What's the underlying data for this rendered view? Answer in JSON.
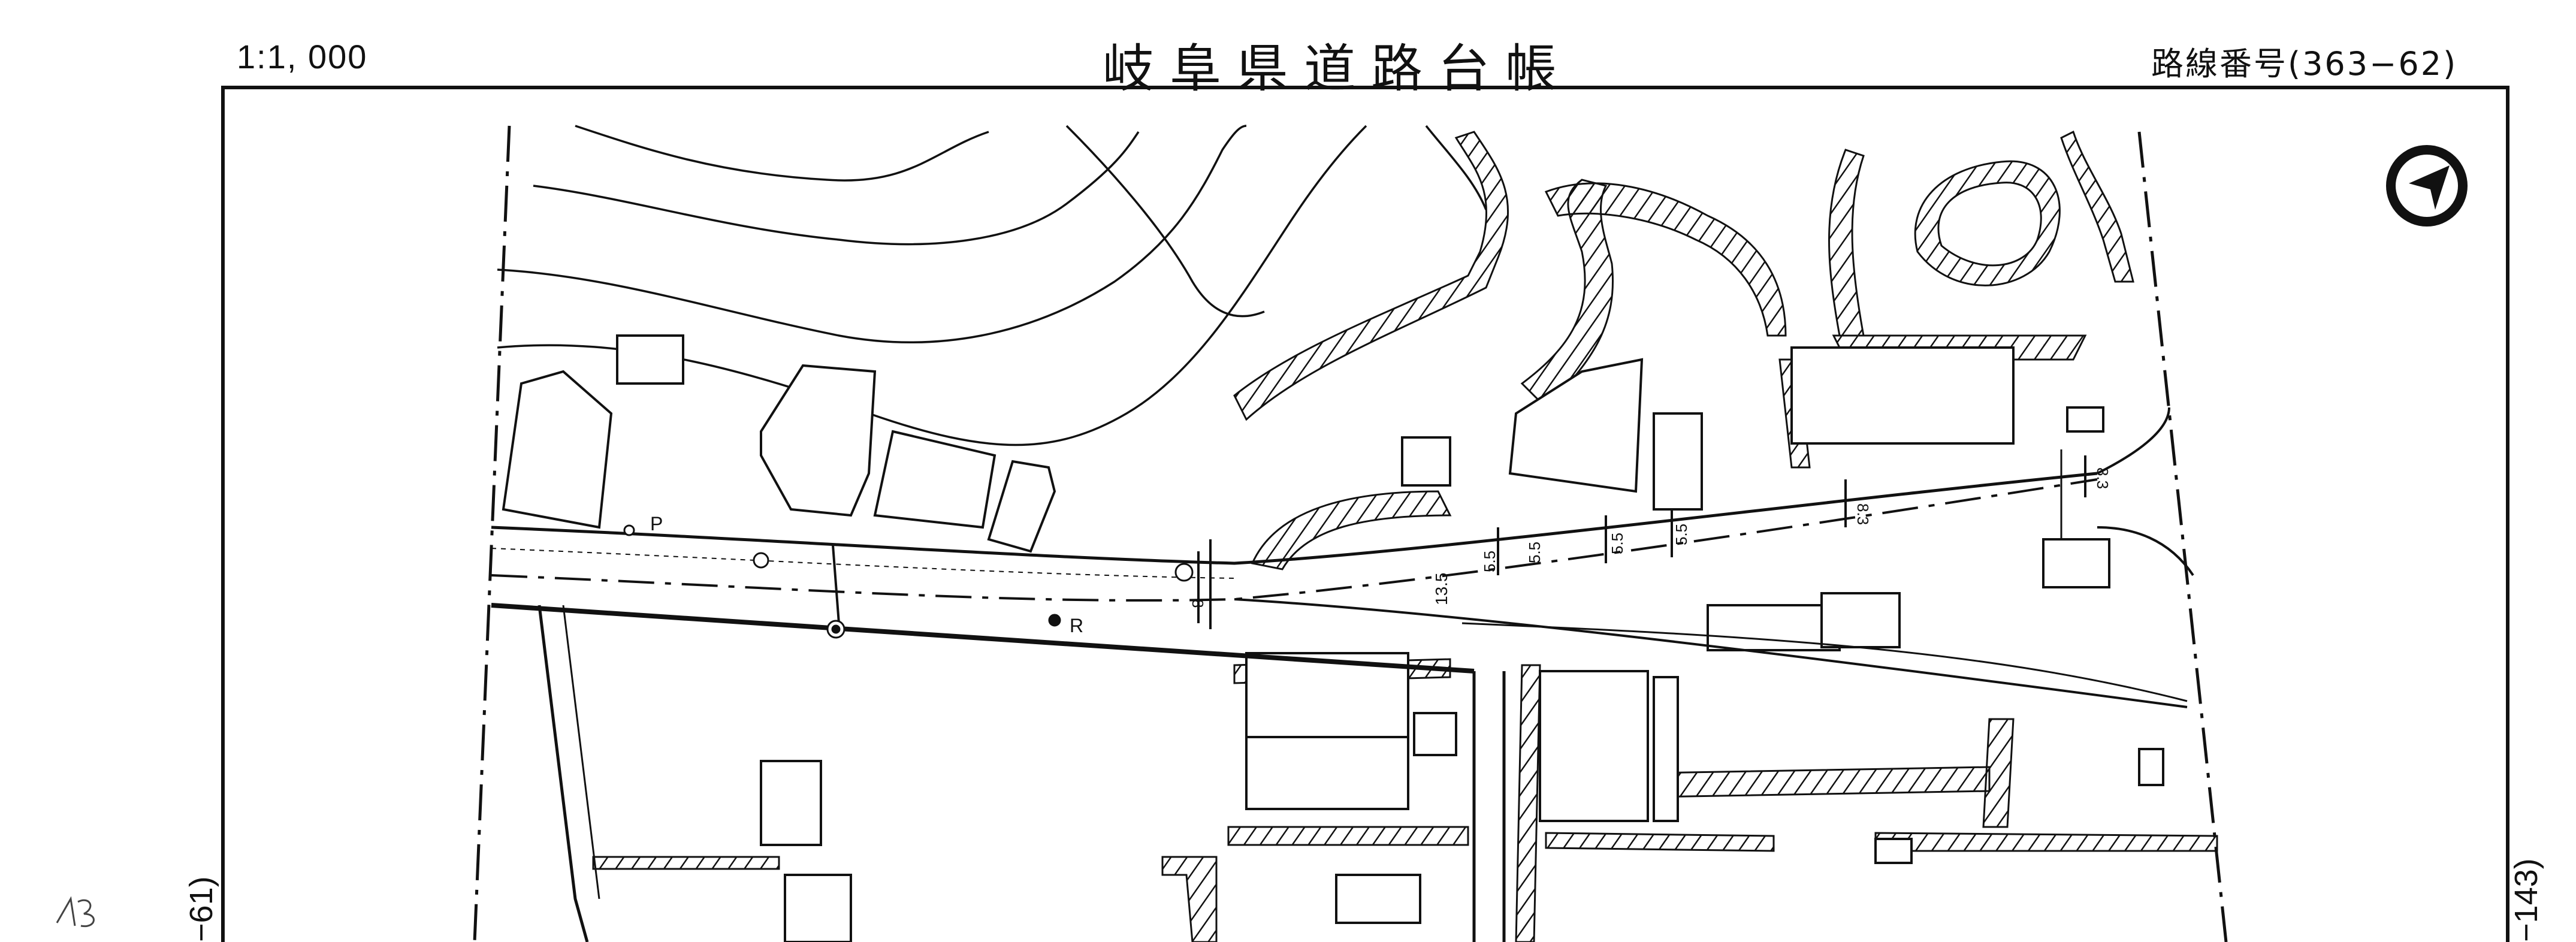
{
  "header": {
    "scale": "1:1, 000",
    "title": "岐阜県道路台帳",
    "route_label": "路線番号",
    "route_number": "(363−62)"
  },
  "edge_refs": {
    "left": "−61)",
    "right": "−143)"
  },
  "map": {
    "north_arrow": "north-arrow-icon",
    "point_labels": [
      "P",
      "R"
    ],
    "road_widths": [
      "13.5",
      "5.5",
      "5.5",
      "5.5",
      "5.5",
      "8.3",
      "8.3",
      "8"
    ]
  },
  "colors": {
    "ink": "#111111",
    "paper": "#ffffff"
  }
}
